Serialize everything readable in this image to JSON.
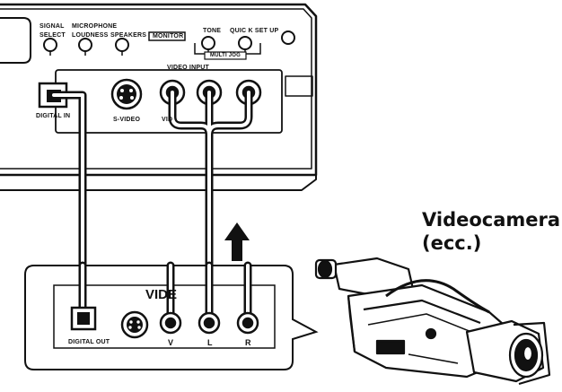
{
  "receiver": {
    "labels": {
      "signal_select_1": "SIGNAL",
      "signal_select_2": "SELECT",
      "loudness_1": "MICROPHONE",
      "loudness_2": "LOUDNESS",
      "speakers": "SPEAKERS",
      "monitor": "MONITOR",
      "tone": "TONE",
      "quick_setup": "QUIC K  SET UP",
      "multi_jog": "MULTI JOG",
      "video_input": "VIDEO INPUT",
      "digital_in": "DIGITAL IN",
      "s_video": "S-VIDEO",
      "video_short": "VID"
    }
  },
  "camera_panel": {
    "labels": {
      "video": "VIDE",
      "digital_out": "DIGITAL OUT",
      "v": "V",
      "l": "L",
      "r": "R"
    }
  },
  "caption": {
    "line1": "Videocamera",
    "line2": "(ecc.)"
  },
  "icons": [
    "arrow-up-icon"
  ]
}
